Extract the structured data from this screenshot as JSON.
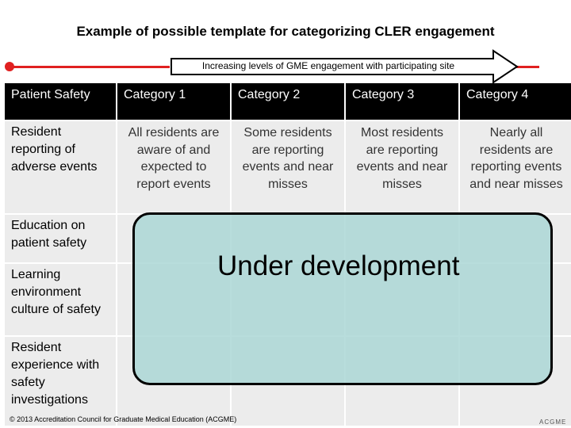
{
  "slide": {
    "title": "Example of possible template for categorizing CLER engagement",
    "arrow_label": "Increasing levels of GME engagement with participating site",
    "colors": {
      "arrow": "#e02020",
      "overlay": "#a8d6d4",
      "cell": "#ececec",
      "header": "#000000"
    }
  },
  "table": {
    "headers": [
      "Patient Safety",
      "Category 1",
      "Category 2",
      "Category 3",
      "Category 4"
    ],
    "rows": [
      {
        "label": "Resident reporting of adverse events",
        "cells": [
          "All residents are aware of and expected to report events",
          "Some residents are reporting events and near misses",
          "Most residents are reporting events and near misses",
          "Nearly all residents are reporting events and near misses"
        ]
      },
      {
        "label": "Education on patient safety"
      },
      {
        "label": "Learning environment culture of safety"
      },
      {
        "label": "Resident experience with safety investigations"
      }
    ]
  },
  "overlay_text": "Under development",
  "footer": "© 2013 Accreditation Council for Graduate Medical Education (ACGME)",
  "logo_text": "ACGME"
}
